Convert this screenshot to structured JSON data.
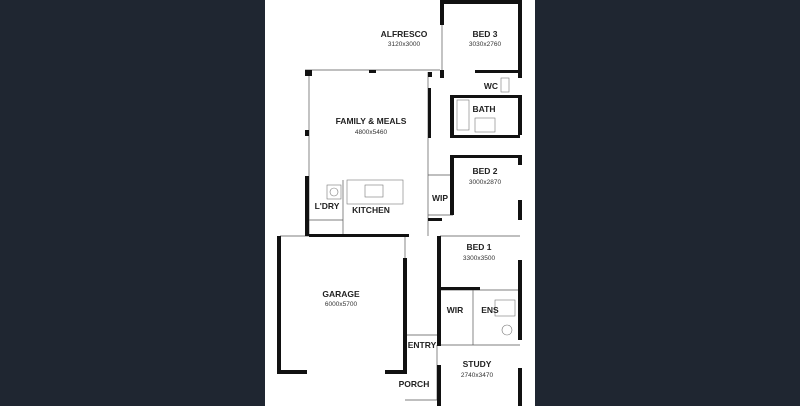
{
  "plan": {
    "rooms": [
      {
        "id": "alfresco",
        "name": "ALFRESCO",
        "dims": "3120x3000"
      },
      {
        "id": "bed3",
        "name": "BED 3",
        "dims": "3030x2760"
      },
      {
        "id": "wc",
        "name": "WC",
        "dims": ""
      },
      {
        "id": "bath",
        "name": "BATH",
        "dims": ""
      },
      {
        "id": "family-meals",
        "name": "FAMILY & MEALS",
        "dims": "4800x5460"
      },
      {
        "id": "bed2",
        "name": "BED 2",
        "dims": "3000x2870"
      },
      {
        "id": "wip",
        "name": "WIP",
        "dims": ""
      },
      {
        "id": "laundry",
        "name": "L'DRY",
        "dims": ""
      },
      {
        "id": "kitchen",
        "name": "KITCHEN",
        "dims": ""
      },
      {
        "id": "bed1",
        "name": "BED 1",
        "dims": "3300x3500"
      },
      {
        "id": "garage",
        "name": "GARAGE",
        "dims": "6000x5700"
      },
      {
        "id": "wir",
        "name": "WIR",
        "dims": ""
      },
      {
        "id": "ens",
        "name": "ENS",
        "dims": ""
      },
      {
        "id": "entry",
        "name": "ENTRY",
        "dims": ""
      },
      {
        "id": "study",
        "name": "STUDY",
        "dims": "2740x3470"
      },
      {
        "id": "porch",
        "name": "PORCH",
        "dims": ""
      }
    ]
  }
}
